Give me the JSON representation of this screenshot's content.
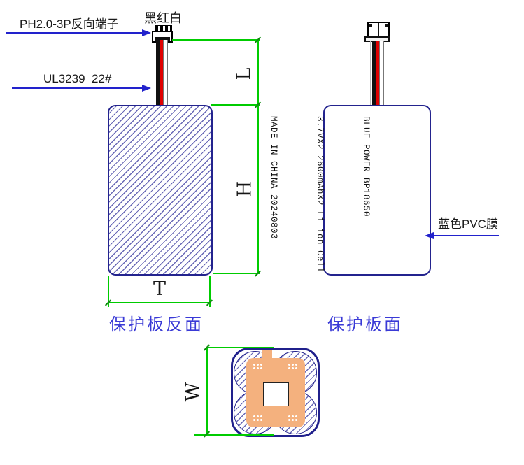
{
  "diagram": {
    "leaders": {
      "connector_type": "PH2.0-3P反向端子",
      "wire_colors": "黑红白",
      "wire_spec": "UL3239  22#",
      "pvc_film": "蓝色PVC膜"
    },
    "dimension_labels": {
      "length": "L",
      "height": "H",
      "thickness": "T",
      "width": "W"
    },
    "battery_print": {
      "line1": "BLUE POWER BP18650",
      "line2": "3.7VX2 2600mAhX2 Li-ion Cell",
      "line3": "MADE IN CHINA 20240803"
    },
    "views": {
      "back_caption": "保护板反面",
      "front_caption": "保护板面"
    },
    "colors": {
      "outline": "#23238e",
      "hatch": "#6868b6",
      "dimension_line": "#00cc00",
      "leader_line": "#2222cc",
      "caption_text": "#3a3ad6",
      "pcb_board": "#f4b17e",
      "wire_red": "#e00000",
      "wire_black": "#111111",
      "wire_white": "#ffffff"
    }
  }
}
